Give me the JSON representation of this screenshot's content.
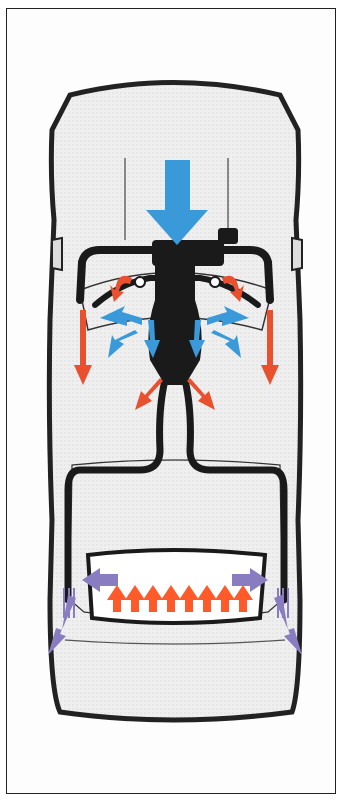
{
  "diagram": {
    "subject": "car-ventilation-airflow",
    "colors": {
      "fresh_air": "#3a9ad9",
      "warm_air": "#e8502e",
      "exhaust_air": "#8a7cc0",
      "duct": "#1a1a1a",
      "body_fill": "#eeeeee",
      "body_outline": "#222222",
      "background": "#fdfdfd"
    },
    "arrows": {
      "fresh_intake_count": 1,
      "front_fresh_vent_count": 6,
      "front_warm_vent_count": 4,
      "footwell_warm_count": 2,
      "rear_floor_warm_count": 8,
      "rear_exhaust_count": 4
    }
  }
}
